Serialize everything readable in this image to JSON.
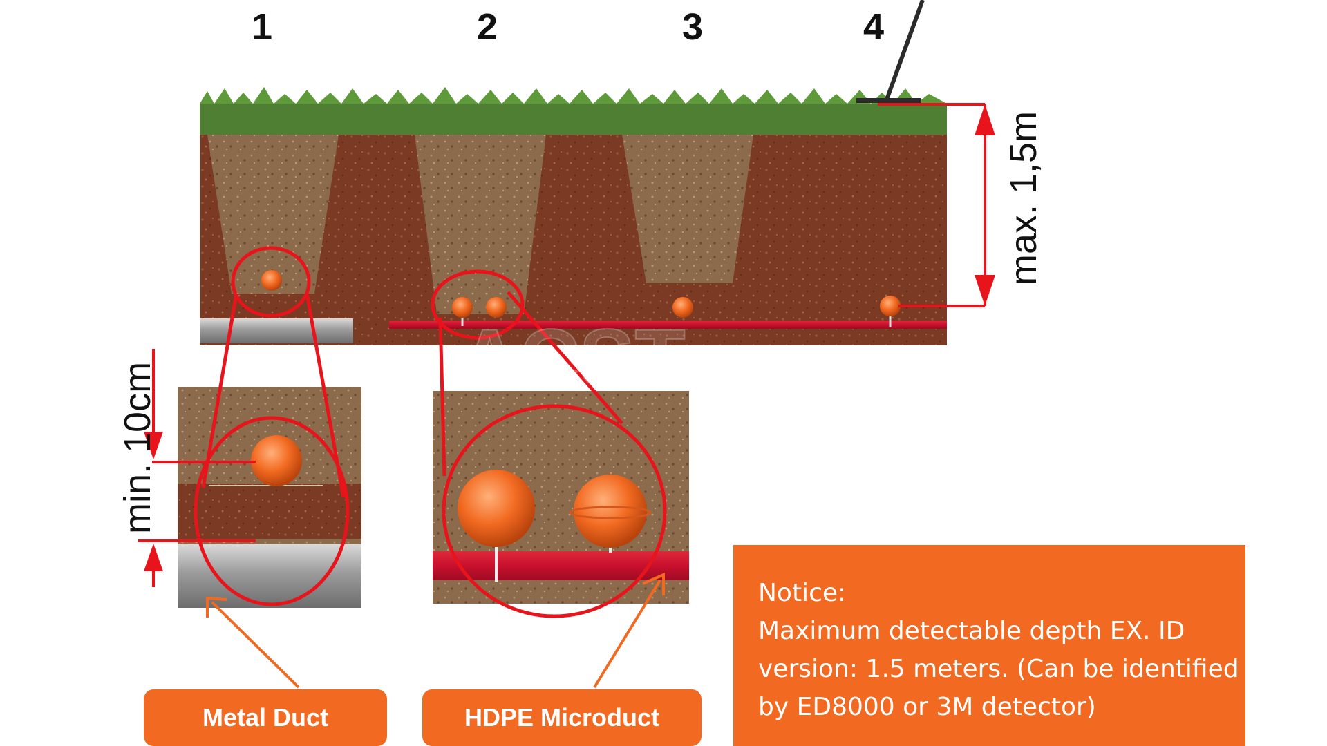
{
  "positions": [
    "1",
    "2",
    "3",
    "4"
  ],
  "dimensions": {
    "max_depth": "max. 1,5m",
    "min_spacing": "min. 10cm"
  },
  "labels": {
    "metal_duct": "Metal Duct",
    "hdpe_microduct": "HDPE Microduct"
  },
  "notice": {
    "heading": "Notice:",
    "line1": "Maximum detectable depth EX. ID",
    "line2": "version: 1.5 meters. (Can be identified",
    "line3": "by ED8000 or 3M detector)"
  },
  "watermark": "ACST",
  "colors": {
    "accent_orange": "#f26a21",
    "marker_red": "#e8141b",
    "soil": "#7a3a24",
    "grass": "#4e7f32"
  },
  "icons": [
    "marker-ball-icon",
    "detector-icon",
    "arrow-icon"
  ]
}
